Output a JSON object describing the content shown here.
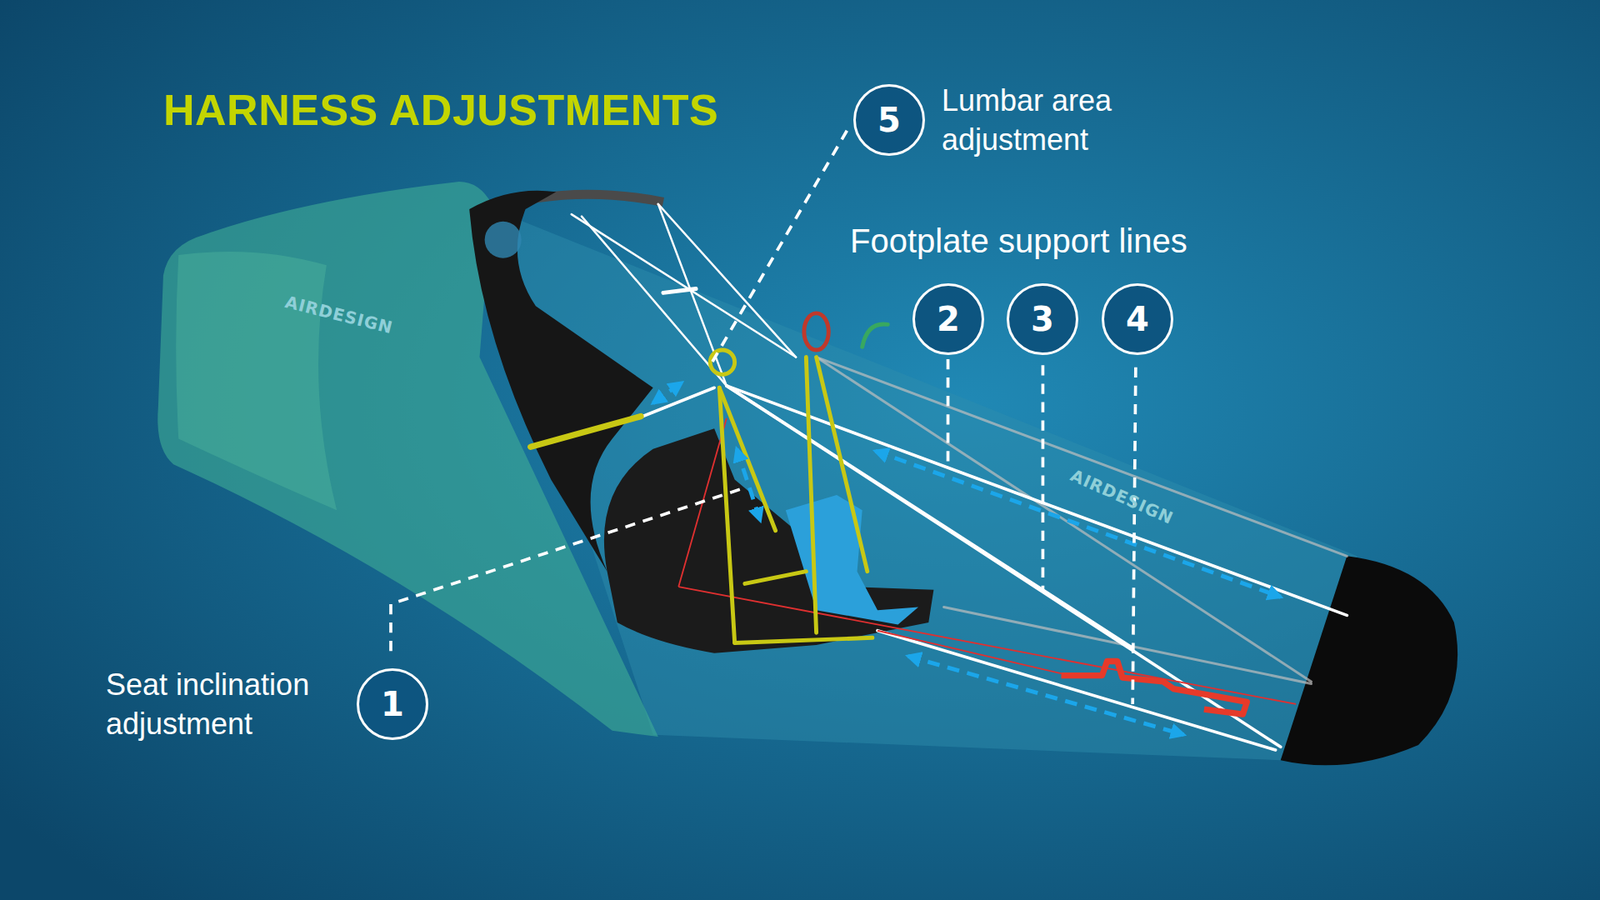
{
  "diagram": {
    "title": "HARNESS ADJUSTMENTS",
    "nodes": [
      {
        "text": [
          "5",
          "Lumbar area adjustment"
        ]
      },
      {
        "text": [
          "2"
        ]
      },
      {
        "text": [
          "3"
        ]
      },
      {
        "text": [
          "4"
        ]
      },
      {
        "text": [
          "1",
          "Seat inclination adjustment"
        ]
      }
    ],
    "labels": [
      "Footplate support lines",
      "AIRDESIGN",
      "AIRDESIGN"
    ]
  }
}
